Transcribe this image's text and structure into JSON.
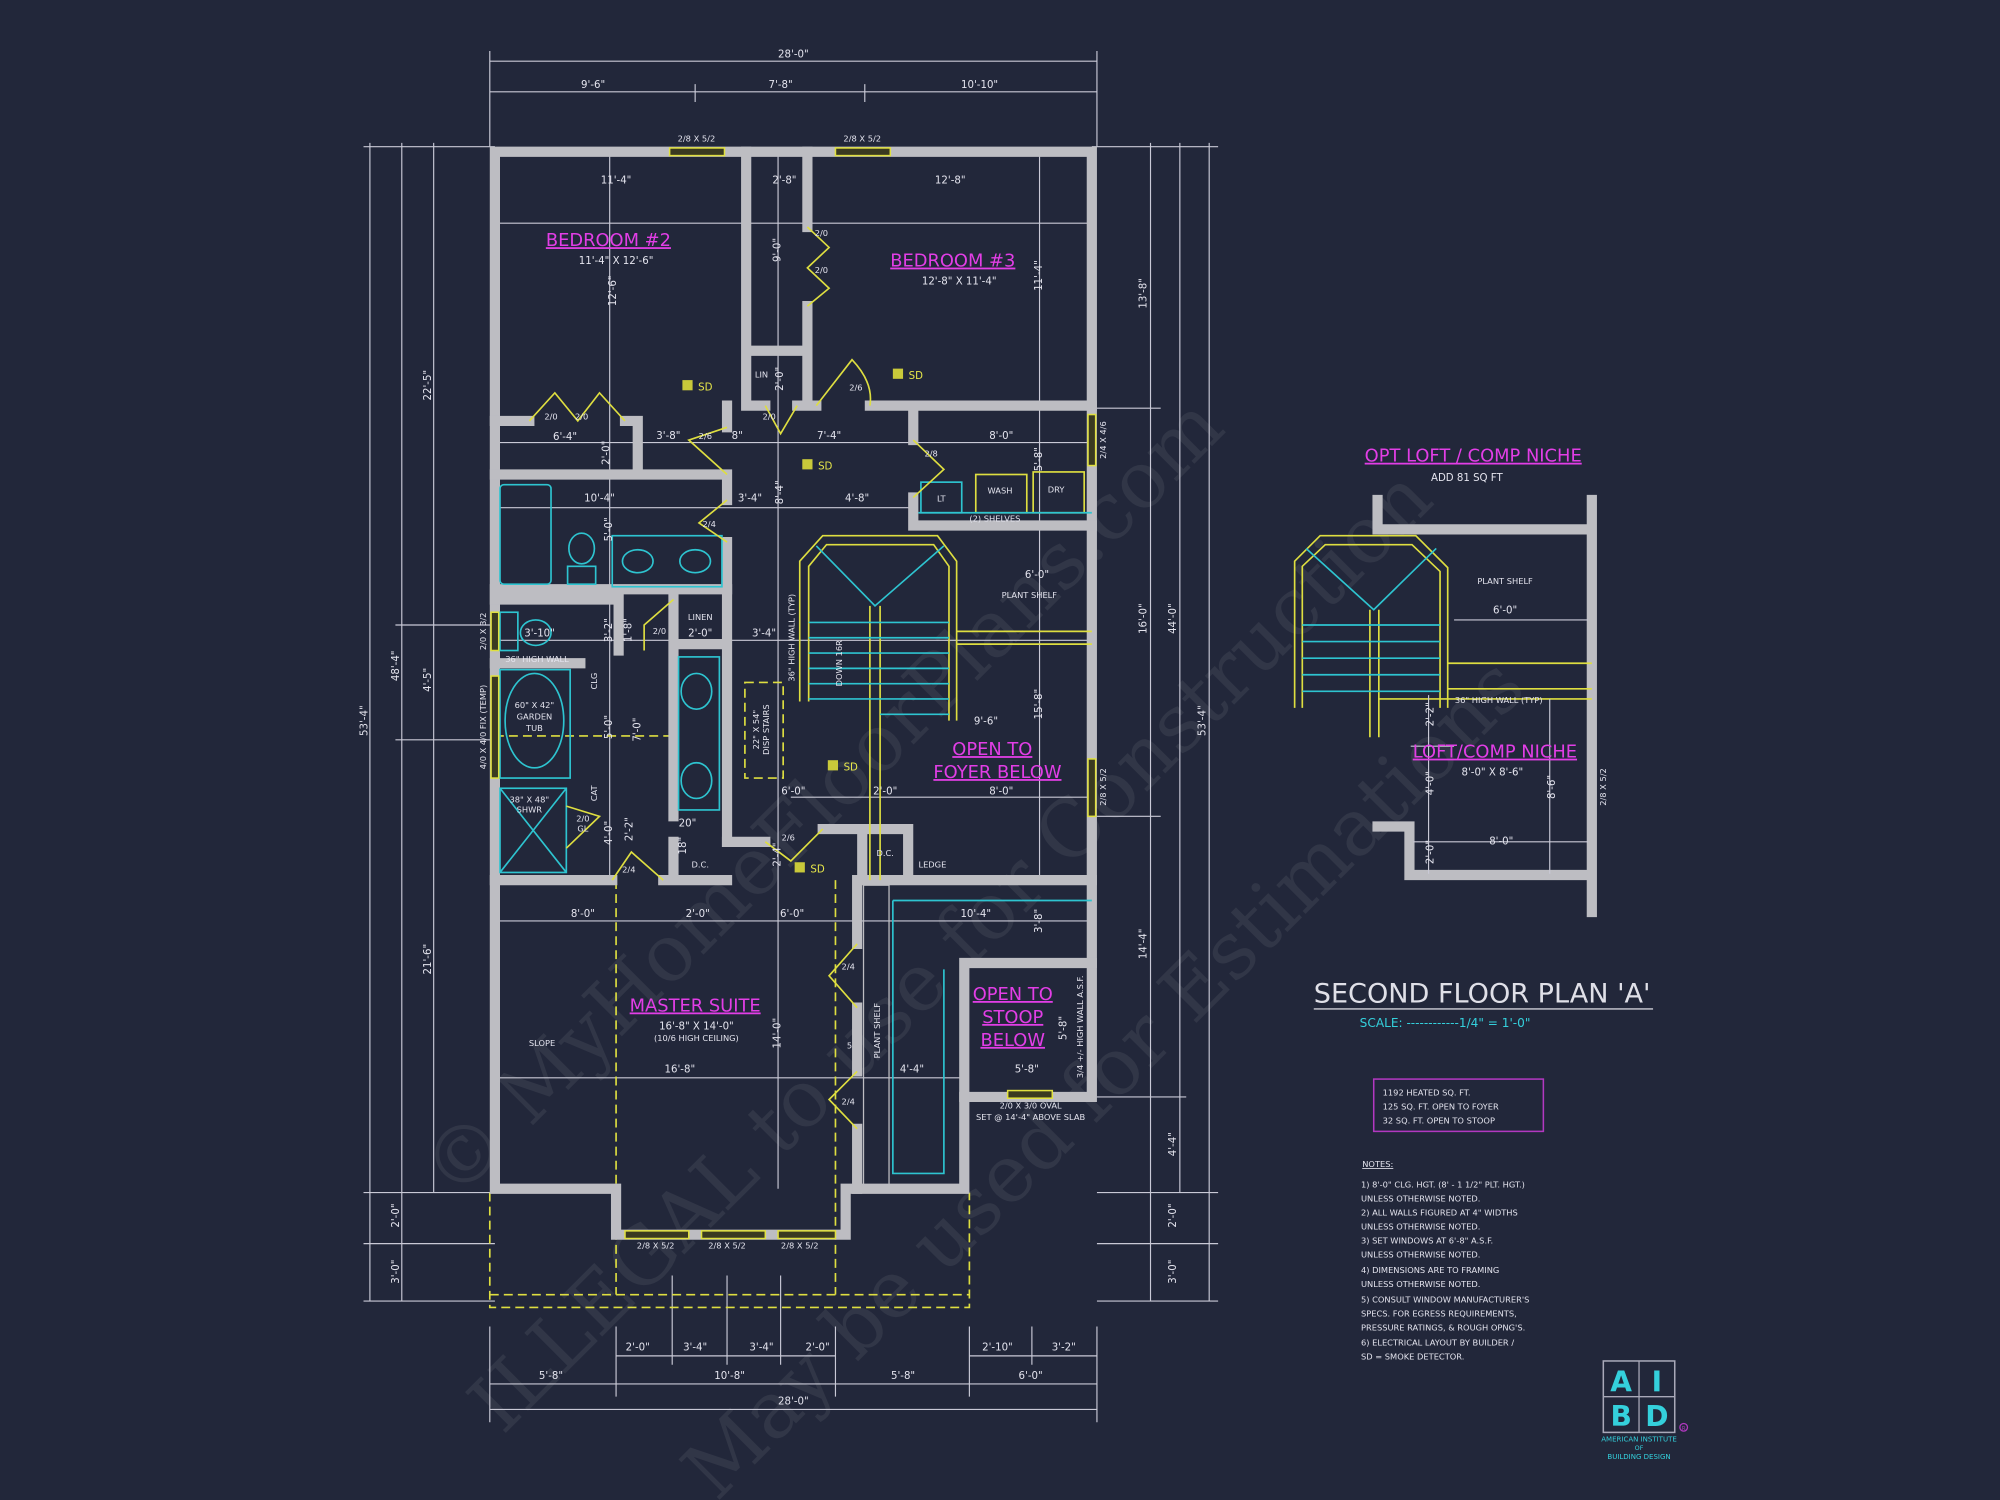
{
  "title": "SECOND FLOOR PLAN 'A'",
  "scale": "SCALE: ------------1/4\" = 1'-0\"",
  "rooms": {
    "bedroom2": {
      "name": "BEDROOM #2",
      "size": "11'-4\" X 12'-6\""
    },
    "bedroom3": {
      "name": "BEDROOM #3",
      "size": "12'-8\" X 11'-4\""
    },
    "master": {
      "name": "MASTER SUITE",
      "size": "16'-8\" X 14'-0\"",
      "note": "(10/6 HIGH CEILING)"
    },
    "foyer": {
      "line1": "OPEN TO",
      "line2": "FOYER BELOW"
    },
    "stoop": {
      "line1": "OPEN TO",
      "line2": "STOOP",
      "line3": "BELOW"
    }
  },
  "smoke_detector": "SD",
  "doors": [
    "2/0",
    "2/0",
    "2/0",
    "2/0",
    "2/6",
    "2/0",
    "2/6",
    "2/8",
    "2/4",
    "2/0",
    "2/0",
    "GL",
    "2/4",
    "2/6",
    "2/4",
    "2/4"
  ],
  "windows": [
    "2/8 X 5/2",
    "2/8 X 5/2",
    "2/4 X 4/6",
    "2/8 X 5/2",
    "2/0 X 3/2",
    "4/0 X 4/0 FIX (TEMP)",
    "2/8 X 5/2",
    "2/8 X 5/2",
    "2/8 X 5/2",
    "2/8 X 5/2"
  ],
  "labels": [
    "LIN",
    "WASH",
    "DRY",
    "LT",
    "(2) SHELVES",
    "PLANT SHELF",
    "LINEN",
    "36\" HIGH WALL",
    "CLG",
    "60\" X 42\"",
    "GARDEN",
    "TUB",
    "38\" X 48\"",
    "SHWR",
    "CAT",
    "DOWN 16R",
    "36\" HIGH WALL (TYP)",
    "22\" X 54\"",
    "DISP STAIRS",
    "D.C.",
    "D.C.",
    "LEDGE",
    "SLOPE",
    "PLANT SHELF",
    "3/4 +/- HIGH WALL A.S.F.",
    "2/0 X 3/0 OVAL",
    "SET @ 14'-4\" ABOVE SLAB",
    "5"
  ],
  "dims": {
    "top": [
      "28'-0\"",
      "9'-6\"",
      "7'-8\"",
      "10'-10\""
    ],
    "left": [
      "53'-4\"",
      "48'-4\"",
      "22'-5\"",
      "4'-5\"",
      "21'-6\"",
      "2'-0\"",
      "3'-0\""
    ],
    "right": [
      "13'-8\"",
      "16'-0\"",
      "14'-4\"",
      "44'-0\"",
      "53'-4\"",
      "4'-4\"",
      "2'-0\"",
      "3'-0\""
    ],
    "bottom": [
      "2'-0\"",
      "3'-4\"",
      "3'-4\"",
      "2'-0\"",
      "2'-10\"",
      "3'-2\"",
      "5'-8\"",
      "10'-8\"",
      "5'-8\"",
      "6'-0\"",
      "28'-0\""
    ],
    "interior": [
      "11'-4\"",
      "2'-8\"",
      "12'-8\"",
      "12'-6\"",
      "9'-0\"",
      "11'-4\"",
      "2'-0\"",
      "6'-4\"",
      "2'-0\"",
      "3'-8\"",
      "8\"",
      "7'-4\"",
      "8'-0\"",
      "5'-8\"",
      "10'-4\"",
      "5'-0\"",
      "3'-4\"",
      "8'-4\"",
      "4'-8\"",
      "3'-10\"",
      "3'-2\"",
      "1'-8\"",
      "2'-0\"",
      "3'-4\"",
      "5'-0\"",
      "7'-0\"",
      "4'-0\"",
      "2'-2\"",
      "20\"",
      "18\"",
      "2'-4\"",
      "6'-0\"",
      "9'-6\"",
      "15'-8\"",
      "6'-0\"",
      "2'-0\"",
      "8'-0\"",
      "8'-0\"",
      "2'-0\"",
      "6'-0\"",
      "10'-4\"",
      "3'-8\"",
      "14'-0\"",
      "16'-8\"",
      "4'-4\"",
      "5'-8\"",
      "5'-8\""
    ]
  },
  "opt_loft": {
    "title": "OPT LOFT / COMP NICHE",
    "subtitle": "ADD 81 SQ FT",
    "plant_shelf": "PLANT SHELF",
    "shelf_dim": "6'-0\"",
    "high_wall": "36\" HIGH WALL (TYP)",
    "niche_name": "LOFT/COMP NICHE",
    "niche_size": "8'-0\" X 8'-6\"",
    "dims": [
      "2'-2\"",
      "4'-0\"",
      "8'-6\"",
      "2'-0\"",
      "8'-0\""
    ],
    "window": "2/8 X 5/2"
  },
  "area_box": [
    "1192 HEATED SQ. FT.",
    "125 SQ. FT. OPEN TO FOYER",
    "32 SQ. FT. OPEN TO STOOP"
  ],
  "notes": {
    "heading": "NOTES:",
    "lines": [
      "1) 8'-0\"  CLG. HGT. (8' - 1 1/2\" PLT. HGT.)",
      "    UNLESS OTHERWISE NOTED.",
      "2) ALL  WALLS FIGURED AT 4\" WIDTHS",
      "    UNLESS OTHERWISE NOTED.",
      "3) SET WINDOWS AT 6'-8\" A.S.F.",
      "    UNLESS OTHERWISE NOTED.",
      "4) DIMENSIONS ARE TO FRAMING",
      "    UNLESS OTHERWISE NOTED.",
      "5) CONSULT WINDOW MANUFACTURER'S",
      "    SPECS. FOR EGRESS REQUIREMENTS,",
      "    PRESSURE RATINGS, & ROUGH OPNG'S.",
      "6) ELECTRICAL LAYOUT BY BUILDER /",
      "    SD = SMOKE DETECTOR."
    ]
  },
  "logo": {
    "letters": [
      "A",
      "I",
      "B",
      "D"
    ],
    "line1": "AMERICAN INSTITUTE",
    "line2": "OF",
    "line3": "BUILDING DESIGN",
    "mark": "R"
  },
  "watermark": [
    "© MyHomeFloorPlans.com",
    "ILLEGAL to use for Construction",
    "May be used for Estimations"
  ],
  "colors": {
    "background": "#22273a",
    "walls": "#bdbdc2",
    "room_names": "#e23ee6",
    "doors": "#dede40",
    "fixtures": "#2ec4d0",
    "scale": "#34d0dc"
  }
}
